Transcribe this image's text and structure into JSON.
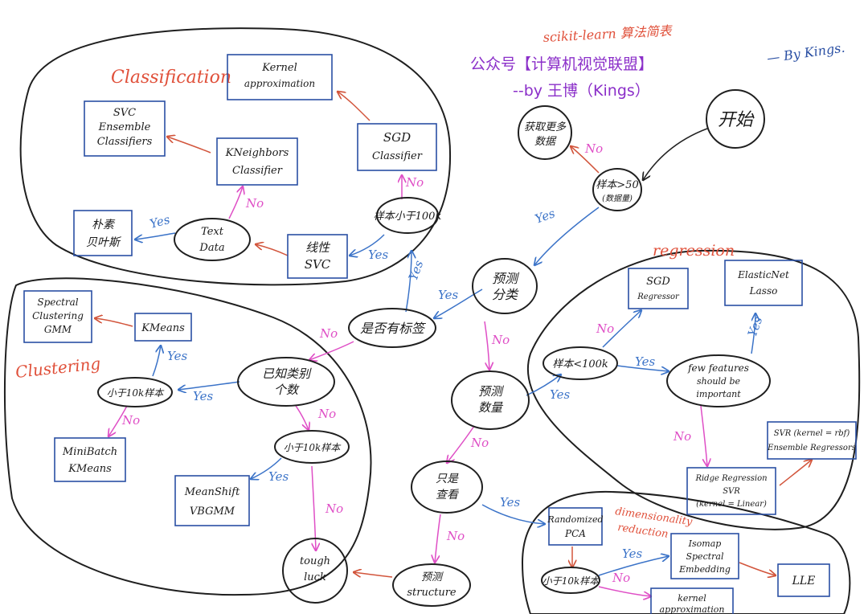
{
  "header": {
    "line1": "公众号【计算机视觉联盟】",
    "line2": "--by 王博（Kings）",
    "scribble_title": "scikit-learn 算法简表",
    "scribble_author": "— By Kings."
  },
  "regions": {
    "classification": "Classification",
    "clustering": "Clustering",
    "regression": "regression",
    "dim_reduction": "dimensionality reduction"
  },
  "nodes": {
    "start": "开始",
    "samples50": [
      "样本>50",
      "(数据量)"
    ],
    "more_data": [
      "获取更多",
      "数据"
    ],
    "predict_cat": [
      "预测",
      "分类"
    ],
    "has_label": "是否有标签",
    "lt100k_cls": "样本小于100k",
    "linear_svc": [
      "线性",
      "SVC"
    ],
    "text_data": [
      "Text",
      "Data"
    ],
    "naive_bayes": [
      "朴素",
      "贝叶斯"
    ],
    "kneighbors": [
      "KNeighbors",
      "Classifier"
    ],
    "svc_ensemble": [
      "SVC",
      "Ensemble",
      "Classifiers"
    ],
    "sgd_classifier": [
      "SGD",
      "Classifier"
    ],
    "kernel_approx_cls": [
      "Kernel",
      "approximation"
    ],
    "known_k": [
      "已知类别",
      "个数"
    ],
    "lt10k_a": "小于10k样本",
    "kmeans": "KMeans",
    "spectral_gmm": [
      "Spectral",
      "Clustering",
      "GMM"
    ],
    "minibatch": [
      "MiniBatch",
      "KMeans"
    ],
    "lt10k_b": "小于10k样本",
    "meanshift": [
      "MeanShift",
      "VBGMM"
    ],
    "tough_luck": [
      "tough",
      "luck"
    ],
    "predict_qty": [
      "预测",
      "数量"
    ],
    "just_look": [
      "只是",
      "查看"
    ],
    "predict_structure": [
      "预测",
      "structure"
    ],
    "lt100k_reg": "样本<100k",
    "sgd_regressor": [
      "SGD",
      "Regressor"
    ],
    "few_features": [
      "few features",
      "should be",
      "important"
    ],
    "elasticnet": [
      "ElasticNet",
      "Lasso"
    ],
    "ridge_svr": [
      "Ridge Regression",
      "SVR",
      "(kernel = Linear)"
    ],
    "svr_ensemble": [
      "SVR (kernel = rbf)",
      "Ensemble Regressors"
    ],
    "randomized_pca": [
      "Randomized",
      "PCA"
    ],
    "lt10k_dim": "小于10k样本",
    "isomap": [
      "Isomap",
      "Spectral",
      "Embedding"
    ],
    "lle": "LLE",
    "kernel_approx_dim": [
      "kernel",
      "approximation"
    ]
  },
  "edge_labels": {
    "yes": "Yes",
    "no": "No"
  },
  "colors": {
    "ink": "#1f1f1f",
    "box_ink": "#2a4fa3",
    "yes_arrow": "#3b73c8",
    "no_arrow": "#df4fc6",
    "result_arrow": "#d2553c",
    "region_label": "#e0503a",
    "header": "#8b2fc9"
  }
}
